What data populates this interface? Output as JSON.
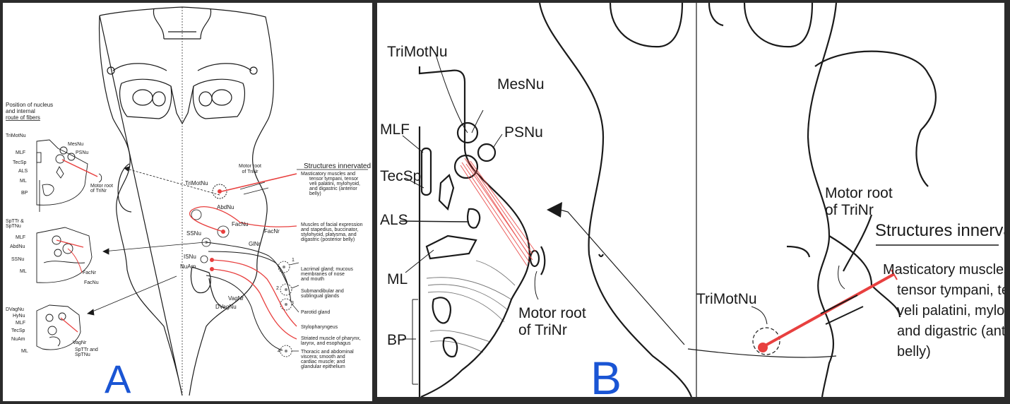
{
  "panel_a": {
    "letter": "A",
    "position_heading": [
      "Position of nucleus",
      "and internal",
      "route of fibers"
    ],
    "structures_heading": "Structures innervated",
    "labels": {
      "trimotnu_small": "TriMotNu",
      "mesnu_small": "MesNu",
      "psnu_small": "PSNu",
      "mlf1": "MLF",
      "tecsp1": "TecSp",
      "als1": "ALS",
      "ml1": "ML",
      "bp1": "BP",
      "motor_root_small": [
        "Motor root",
        "of TriNr"
      ],
      "sptttr": [
        "SpTTr &",
        "SpTNu"
      ],
      "mlf2": "MLF",
      "abdnu_small": "AbdNu",
      "ssnu_small": "SSNu",
      "ml2": "ML",
      "facnr_small": "FacNr",
      "facnu_small": "FacNu",
      "dvagnu_small": "DVagNu",
      "hynu": "HyNu",
      "mlf3": "MLF",
      "tecsp3": "TecSp",
      "nuam_small": "NuAm",
      "ml3": "ML",
      "vagnr_small": "VagNr",
      "spttr_spnu": [
        "SpTTr and",
        "SpTNu"
      ],
      "motor_root_center": [
        "Motor root",
        "of TriNr"
      ],
      "trimotnu_center": "TriMotNu",
      "abdnu_center": "AbdNu",
      "facnu_center": "FacNu",
      "facnr_center": "FacNr",
      "ssnu_center": "SSNu",
      "isnu_center": "ISNu",
      "nuam_center": "NuAm",
      "glnr_center": "GlNr",
      "vagnr_center": "VagNr",
      "dvagnu_center": "DVagNu",
      "n1": "1",
      "n2": "2",
      "n3": "3",
      "n4": "4"
    },
    "structures": [
      [
        "Masticatory muscles and",
        "tensor tympani, tensor",
        "veli palatini, mylohyoid,",
        "and digastric (anterior",
        "belly)"
      ],
      [
        "Muscles of facial expression",
        "and stapedius, buccinator,",
        "stylohyoid, platysma, and",
        "digastric (posterior belly)"
      ],
      [
        "Lacrimal gland; mucous",
        "membranes of nose",
        "and mouth"
      ],
      [
        "Submandibular and",
        "sublingual glands"
      ],
      [
        "Parotid gland"
      ],
      [
        "Stylopharyngeus"
      ],
      [
        "Striated muscle of pharynx,",
        "larynx, and esophagus"
      ],
      [
        "Thoracic and abdominal",
        "viscera; smooth and",
        "cardiac muscle; and",
        "glandular epithelium"
      ]
    ]
  },
  "panel_b": {
    "letter": "B",
    "labels": {
      "trimotnu": "TriMotNu",
      "mesnu": "MesNu",
      "psnu": "PSNu",
      "mlf": "MLF",
      "tecsp": "TecSp",
      "als": "ALS",
      "ml": "ML",
      "bp": "BP",
      "motor_root_left": [
        "Motor root",
        "of TriNr"
      ],
      "motor_root_right": [
        "Motor root",
        "of TriNr"
      ],
      "trimotnu_center": "TriMotNu",
      "structures_heading": "Structures innervated"
    },
    "structure": [
      "Masticatory muscles and",
      "tensor tympani, tensor",
      "veli palatini, mylohyoid,",
      "and digastric (anterior",
      "belly)"
    ]
  },
  "colors": {
    "accent_red": "#e8403f",
    "letter_blue": "#1a55d4",
    "ink": "#1a1a1a"
  }
}
